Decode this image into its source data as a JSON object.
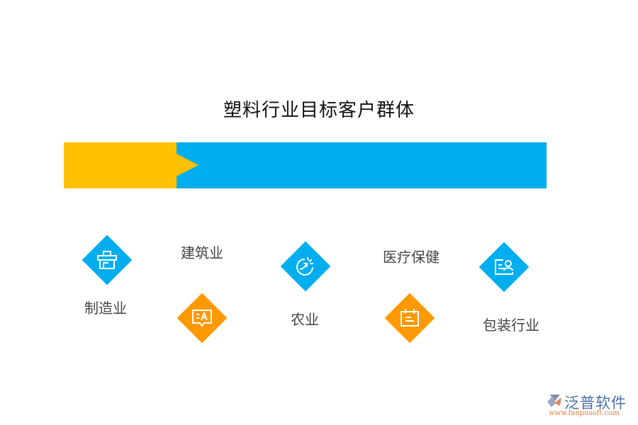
{
  "title": "塑料行业目标客户群体",
  "colors": {
    "blue": "#00AEEF",
    "orange": "#FF9900",
    "yellow": "#FEC000",
    "text": "#444444"
  },
  "segments": [
    {
      "label": "制造业",
      "icon": "toolbox-icon",
      "color": "blue"
    },
    {
      "label": "建筑业",
      "icon": "chat-text-icon",
      "color": "orange"
    },
    {
      "label": "农业",
      "icon": "refresh-arrow-icon",
      "color": "blue"
    },
    {
      "label": "医疗保健",
      "icon": "calendar-icon",
      "color": "orange"
    },
    {
      "label": "包装行业",
      "icon": "user-card-icon",
      "color": "blue"
    }
  ],
  "logo": {
    "brand": "泛普软件",
    "url": "www.fanpusoft.com"
  }
}
